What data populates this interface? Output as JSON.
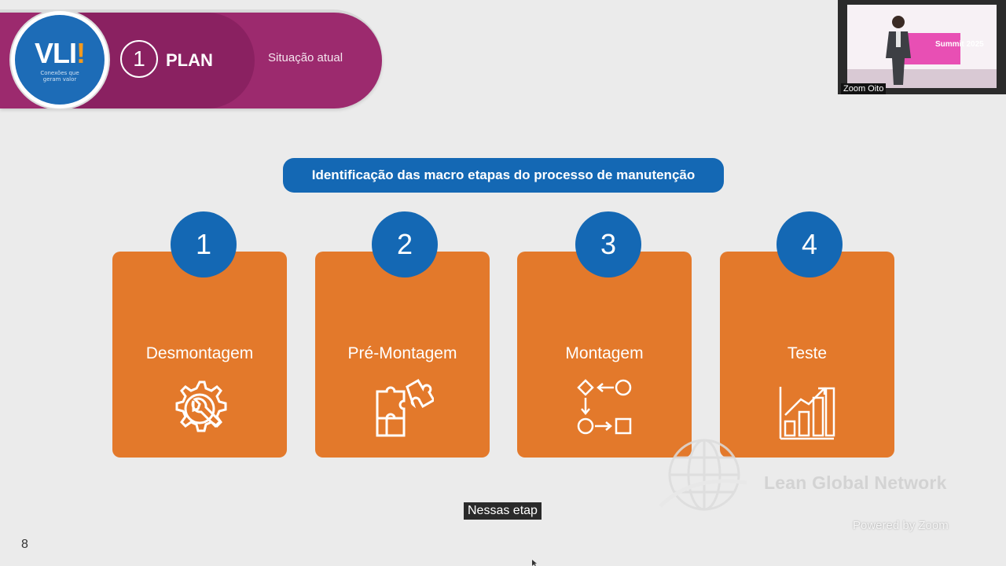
{
  "header": {
    "logo_text": "VLI",
    "logo_dot": "!",
    "logo_tagline": "Conexões que geram valor",
    "phase_number": "1",
    "phase_label": "PLAN",
    "section": "Situação atual"
  },
  "main": {
    "title": "Identificação das macro etapas do processo de manutenção",
    "steps": [
      {
        "number": "1",
        "label": "Desmontagem",
        "icon": "gear-wrench-icon"
      },
      {
        "number": "2",
        "label": "Pré-Montagem",
        "icon": "puzzle-icon"
      },
      {
        "number": "3",
        "label": "Montagem",
        "icon": "process-flow-icon"
      },
      {
        "number": "4",
        "label": "Teste",
        "icon": "bar-chart-growth-icon"
      }
    ]
  },
  "slide": {
    "page_number": "8"
  },
  "overlay": {
    "caption": "Nessas etap",
    "watermark": "Lean Global Network",
    "powered_by": "Powered by Zoom",
    "video_label": "Zoom Oito",
    "video_screen_text": "Summit 2025"
  },
  "colors": {
    "banner": "#9c2a6e",
    "logo_blue": "#1d6cb7",
    "accent_blue": "#1468b4",
    "card_orange": "#e3792b",
    "background": "#ebebeb"
  }
}
